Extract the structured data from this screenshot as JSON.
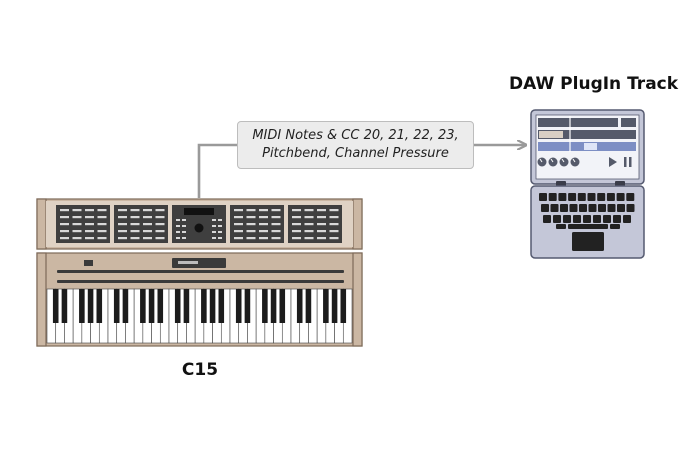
{
  "labels": {
    "daw": "DAW PlugIn Track",
    "c15": "C15",
    "message_line1": "MIDI Notes & CC 20, 21, 22, 23,",
    "message_line2": "Pitchbend, Channel Pressure"
  },
  "colors": {
    "wood": "#cbb7a3",
    "wood_dark": "#7d6a58",
    "panel": "#3f3f3f",
    "connector": "#9a9a9a",
    "laptop_body": "#c4c7d8",
    "laptop_blue": "#7d8ec4",
    "keys_dark": "#1c1c1c"
  },
  "icons": {
    "play": "play-icon",
    "pause": "pause-icon"
  }
}
